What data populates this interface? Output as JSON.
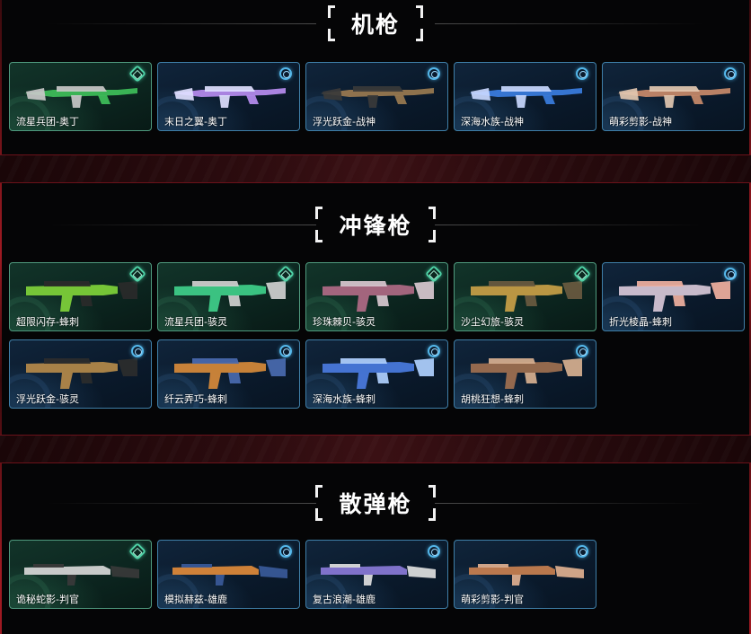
{
  "colors": {
    "accent_red": "#9e1a22",
    "card_border_blue": "#3f7fa8",
    "card_border_green": "#4f9a7e",
    "tier_blue": "#54b7ea",
    "tier_green": "#4ed2a6"
  },
  "sections": [
    {
      "title": "机枪",
      "items": [
        {
          "label": "流星兵团-奥丁",
          "tint": "green",
          "icon": "weapon-skin-icon"
        },
        {
          "label": "末日之翼-奥丁",
          "tint": "blue",
          "icon": "weapon-skin-icon"
        },
        {
          "label": "浮光跃金-战神",
          "tint": "blue",
          "icon": "weapon-skin-icon"
        },
        {
          "label": "深海水族-战神",
          "tint": "blue",
          "icon": "weapon-skin-icon"
        },
        {
          "label": "萌彩剪影-战神",
          "tint": "blue",
          "icon": "weapon-skin-icon"
        }
      ]
    },
    {
      "title": "冲锋枪",
      "items": [
        {
          "label": "超限闪存-蜂刺",
          "tint": "green",
          "icon": "weapon-skin-icon"
        },
        {
          "label": "流星兵团-骇灵",
          "tint": "green",
          "icon": "weapon-skin-icon"
        },
        {
          "label": "珍珠棘贝-骇灵",
          "tint": "green",
          "icon": "weapon-skin-icon"
        },
        {
          "label": "沙尘幻旅-骇灵",
          "tint": "green",
          "icon": "weapon-skin-icon"
        },
        {
          "label": "折光棱晶-蜂刺",
          "tint": "blue",
          "icon": "weapon-skin-icon"
        },
        {
          "label": "浮光跃金-骇灵",
          "tint": "blue",
          "icon": "weapon-skin-icon"
        },
        {
          "label": "纤云弄巧-蜂刺",
          "tint": "blue",
          "icon": "weapon-skin-icon"
        },
        {
          "label": "深海水族-蜂刺",
          "tint": "blue",
          "icon": "weapon-skin-icon"
        },
        {
          "label": "胡桃狂想-蜂刺",
          "tint": "blue",
          "icon": "weapon-skin-icon"
        }
      ]
    },
    {
      "title": "散弹枪",
      "items": [
        {
          "label": "诡秘蛇影-判官",
          "tint": "green",
          "icon": "weapon-skin-icon"
        },
        {
          "label": "模拟赫兹-雄鹿",
          "tint": "blue",
          "icon": "weapon-skin-icon"
        },
        {
          "label": "复古浪潮-雄鹿",
          "tint": "blue",
          "icon": "weapon-skin-icon"
        },
        {
          "label": "萌彩剪影-判官",
          "tint": "blue",
          "icon": "weapon-skin-icon"
        }
      ]
    }
  ]
}
